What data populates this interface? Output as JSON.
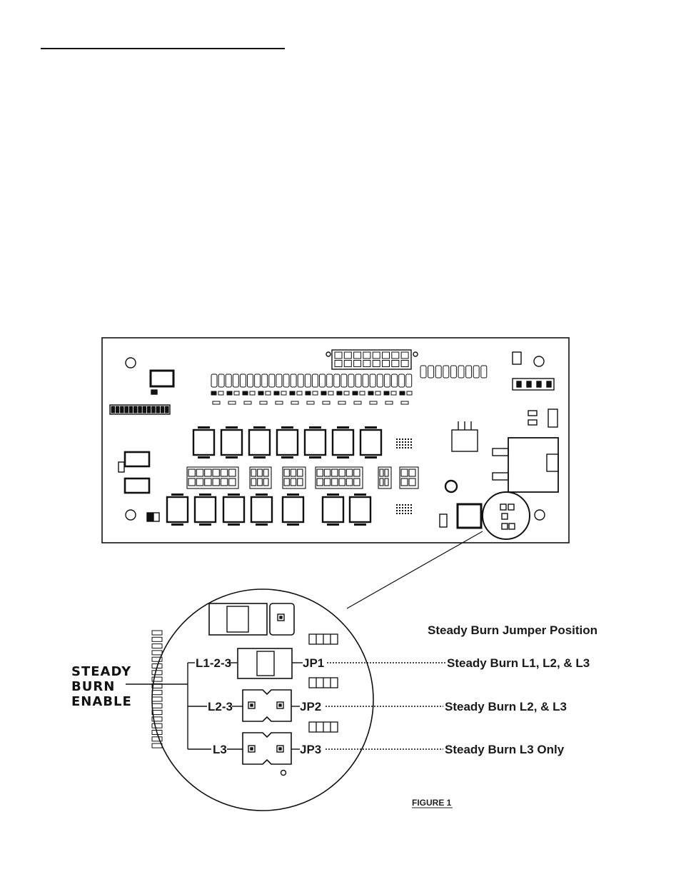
{
  "diagram": {
    "heading": "Steady Burn Jumper Position",
    "side_label": [
      "STEADY",
      "BURN",
      "ENABLE"
    ],
    "jumpers": [
      {
        "pin_label": "L1-2-3",
        "jumper": "JP1",
        "description": "Steady Burn L1, L2, & L3"
      },
      {
        "pin_label": "L2-3",
        "jumper": "JP2",
        "description": "Steady Burn L2, & L3"
      },
      {
        "pin_label": "L3",
        "jumper": "JP3",
        "description": "Steady Burn L3 Only"
      }
    ],
    "figure_caption": "FIGURE 1"
  }
}
